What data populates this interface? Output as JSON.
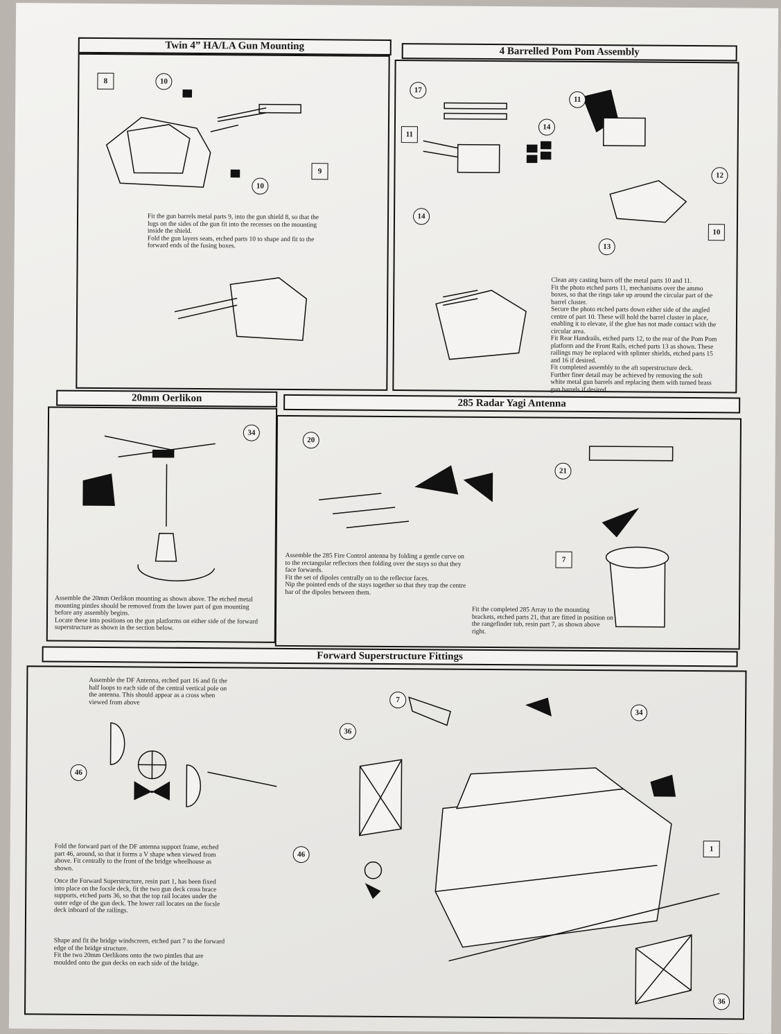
{
  "sections": {
    "gun": {
      "title": "Twin 4” HA/LA Gun Mounting",
      "text": [
        "Fit the gun barrels metal parts 9, into the gun shield 8, so that the lugs on the sides of the gun fit into the recesses on the mounting inside the shield.",
        "Fold the gun layers seats, etched parts 10 to shape and fit to the forward ends of the fusing boxes."
      ],
      "callouts": [
        "8",
        "10",
        "10",
        "9"
      ]
    },
    "pompom": {
      "title": "4 Barrelled Pom Pom Assembly",
      "text": [
        "Clean any casting burrs off the metal parts 10 and 11.",
        "Fit the photo etched parts 11, mechanisms over the ammo boxes, so that the rings take up around the circular part of the barrel cluster.",
        "Secure the photo etched parts down either side of the angled centre of part 10. These will hold the barrel cluster in place, enabling it to elevate, if the glue has not made contact with the circular area.",
        "Fit Rear Handrails, etched parts 12, to the rear of the Pom Pom platform and the Front Rails, etched parts 13 as shown.  These railings may be replaced with splinter shields, etched parts 15 and 16 if desired.",
        "Fit completed assembly to the aft superstructure deck.",
        "Further finer detail may be achieved by removing the soft white metal gun barrels and replacing them with turned brass gun barrels if desired."
      ],
      "callouts": [
        "17",
        "11",
        "11",
        "14",
        "14",
        "12",
        "10",
        "13"
      ]
    },
    "oerlikon": {
      "title": "20mm Oerlikon",
      "text": [
        "Assemble the 20mm Oerlikon mounting as shown above. The etched metal mounting pintles should be removed from the lower part of gun mounting before any assembly begins.",
        "Locate these into positions on the gun platforms on either side of the forward superstructure as shown in the section below."
      ],
      "callouts": [
        "34"
      ]
    },
    "radar": {
      "title": "285 Radar Yagi Antenna",
      "text": [
        "Assemble the 285 Fire Control antenna by folding a gentle curve on to the rectangular reflectors then folding over the stays so that they face forwards.",
        "Fit the set of dipoles centrally on to the reflector faces.",
        "Nip the pointed ends of the stays together so that they trap the centre bar of the dipoles between them."
      ],
      "text2": "Fit the completed 285 Array to the mounting brackets, etched parts 21, that are fitted in position on the rangefinder tub, resin part 7, as shown above right.",
      "callouts": [
        "20",
        "21",
        "7"
      ]
    },
    "forward": {
      "title": "Forward Superstructure Fittings",
      "text_df": "Assemble the DF Antenna, etched part 16 and fit the half loops to each side of the central vertical pole on the antenna. This should appear as a cross when viewed from above",
      "text_fold": "Fold the forward part of the DF antenna support frame, etched part 46, around, so that it forms a V shape when viewed from above. Fit centrally to the front of the bridge wheelhouse as shown.",
      "text_once": "Once the Forward Superstructure, resin part 1, has been fixed into place on the focsle deck, fit the two gun deck cross brace supports, etched parts 36, so that the top rail locates under the outer edge of the gun deck. The lower rail locates on the focsle deck inboard of the railings.",
      "text_shape": [
        "Shape and fit the bridge windscreen, etched part 7 to the forward edge of the bridge structure.",
        "Fit the two 20mm Oerlikons onto the two pintles that are moulded onto the gun decks on each side of the bridge."
      ],
      "callouts": [
        "7",
        "36",
        "34",
        "46",
        "46",
        "1",
        "36"
      ]
    }
  }
}
